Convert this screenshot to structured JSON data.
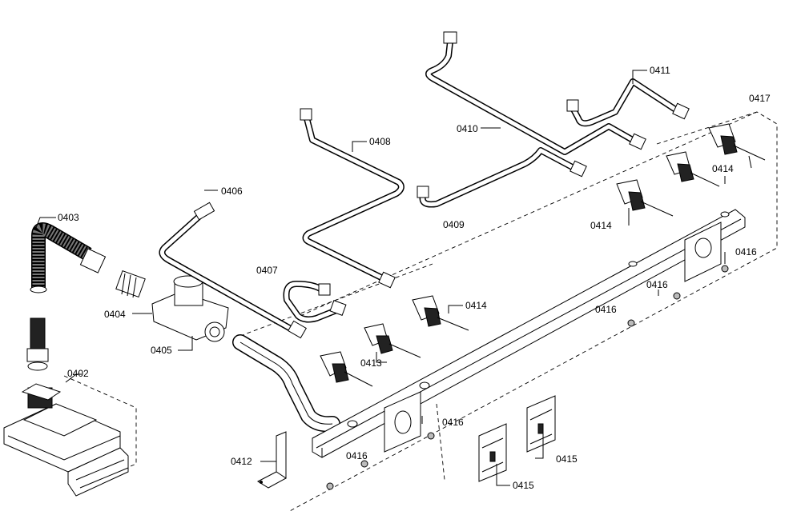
{
  "labels": {
    "l0402": "0402",
    "l0403": "0403",
    "l0404": "0404",
    "l0405": "0405",
    "l0406": "0406",
    "l0407": "0407",
    "l0408": "0408",
    "l0409": "0409",
    "l0410": "0410",
    "l0411": "0411",
    "l0412": "0412",
    "l0413": "0413",
    "l0414a": "0414",
    "l0414b": "0414",
    "l0414c": "0414",
    "l0415a": "0415",
    "l0415b": "0415",
    "l0416a": "0416",
    "l0416b": "0416",
    "l0416c": "0416",
    "l0416d": "0416",
    "l0416e": "0416",
    "l0417": "0417"
  }
}
